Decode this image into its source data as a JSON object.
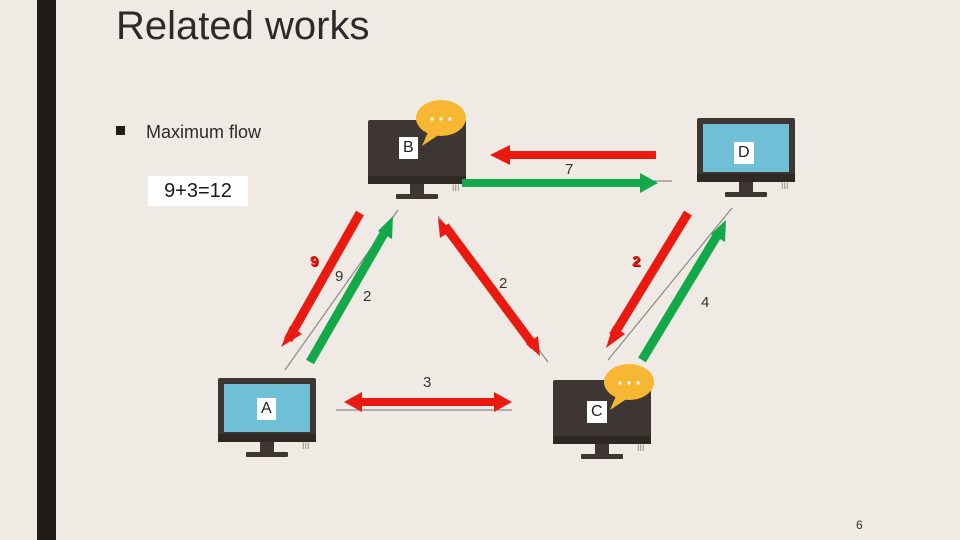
{
  "slide": {
    "title": "Related works",
    "bullet": "Maximum flow",
    "result": "9+3=12",
    "page_number": "6"
  },
  "nodes": {
    "A": "A",
    "B": "B",
    "C": "C",
    "D": "D"
  },
  "edges": {
    "BD_capacity": "7",
    "AC_capacity": "3",
    "AB_red_flow": "9",
    "AB_green_flow": "9",
    "AB_capacity": "2",
    "BC_red_flow": "2",
    "BC_capacity": "2",
    "CD_red_flow": "2",
    "CD_capacity": "4"
  },
  "colors": {
    "red_arrow": "#ea1a10",
    "green_arrow": "#13a84a",
    "monitor_frame": "#3e3633",
    "monitor_screen": "#6fc0d6",
    "bubble": "#f7b733"
  }
}
